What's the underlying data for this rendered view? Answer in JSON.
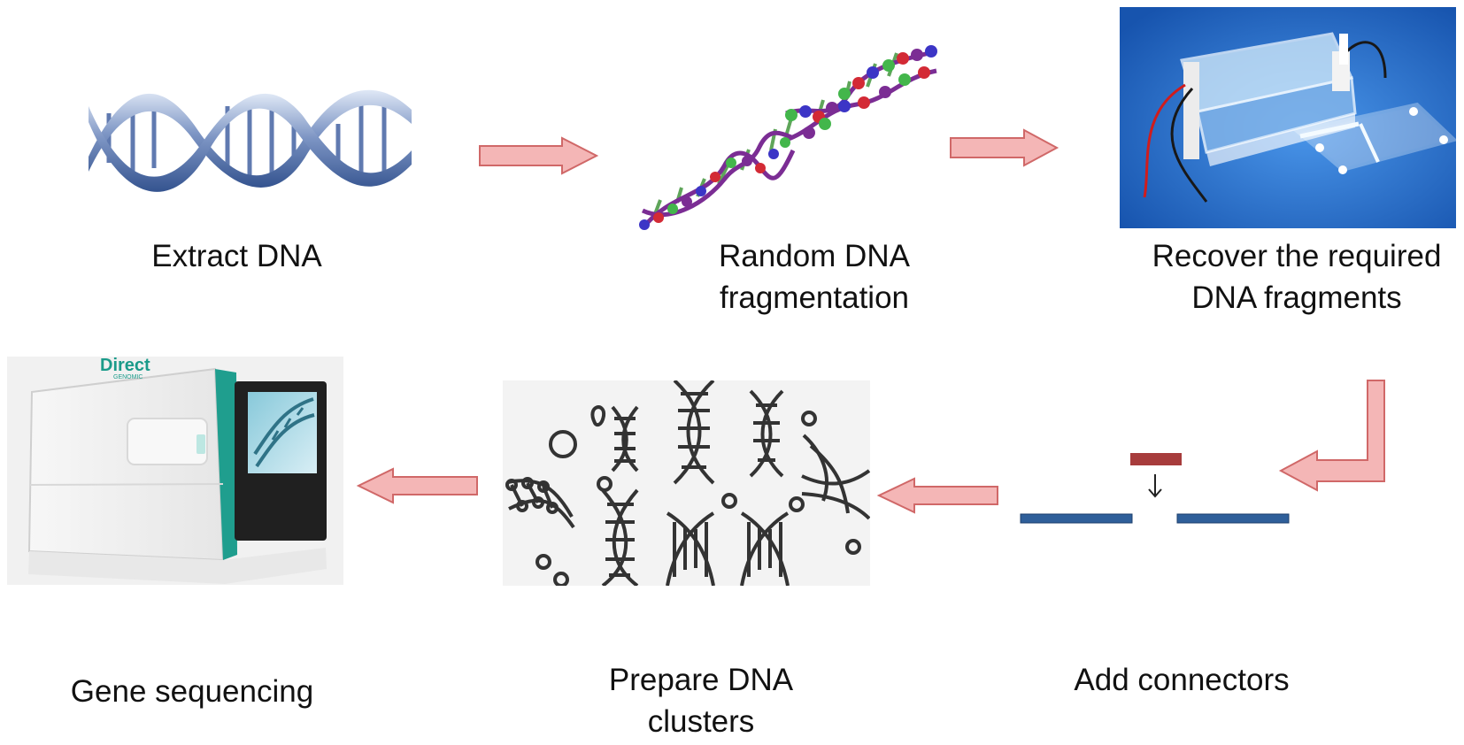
{
  "steps": {
    "extract_dna": {
      "label": "Extract DNA"
    },
    "random_fragmentation": {
      "label": "Random DNA fragmentation"
    },
    "recover_fragments": {
      "label": "Recover the required DNA fragments"
    },
    "add_connectors": {
      "label": "Add connectors"
    },
    "prepare_clusters": {
      "label": "Prepare DNA clusters"
    },
    "gene_sequencing": {
      "label": "Gene sequencing"
    }
  },
  "sequencer_brand": {
    "name": "Direct",
    "sub": "GENOMIC"
  },
  "colors": {
    "arrow_fill": "#f4b6b6",
    "arrow_stroke": "#d06868",
    "connector_red": "#a73c3c",
    "connector_blue": "#2f5f9a",
    "gel_background": "#1f67c8",
    "dna_blue": "#3e5f9c"
  }
}
